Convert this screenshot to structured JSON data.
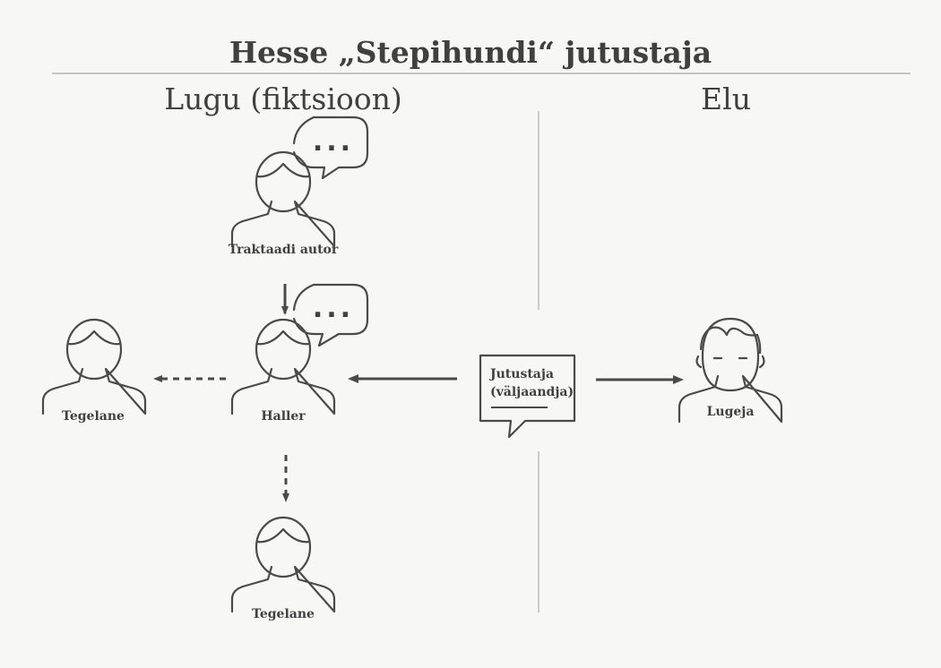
{
  "title": "Hesse „Stepihundi“ jutustaja",
  "sections": {
    "left": "Lugu (fiktsioon)",
    "right": "Elu"
  },
  "nodes": {
    "traktaadi_autor": "Traktaadi autor",
    "haller": "Haller",
    "tegelane_left": "Tegelane",
    "tegelane_bottom": "Tegelane",
    "jutustaja": [
      "Jutustaja",
      "(väljaandja)"
    ],
    "lugeja": "Lugeja"
  },
  "speech": {
    "ellipsis": "..."
  }
}
